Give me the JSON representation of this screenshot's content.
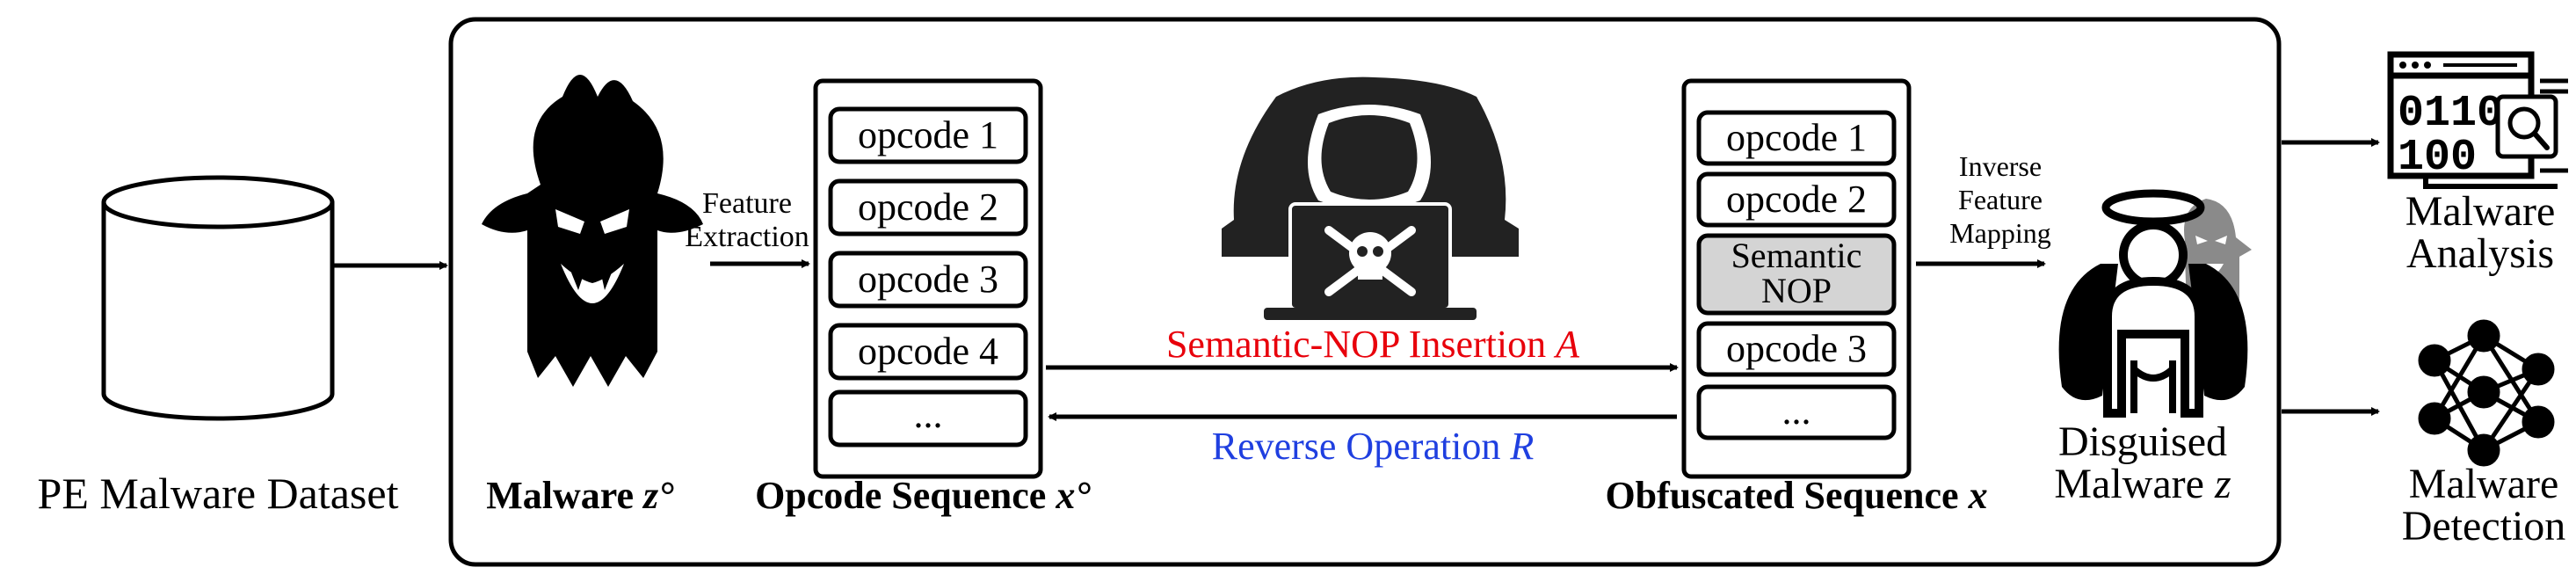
{
  "dataset": {
    "label": "PE Malware Dataset"
  },
  "malware": {
    "label": "Malware",
    "var": "z°"
  },
  "feature_extraction": {
    "line1": "Feature",
    "line2": "Extraction"
  },
  "opcode_sequence": {
    "label": "Opcode Sequence",
    "var": "x°",
    "items": [
      "opcode 1",
      "opcode 2",
      "opcode 3",
      "opcode 4",
      "..."
    ]
  },
  "insertion": {
    "label": "Semantic-NOP Insertion",
    "var": "A",
    "color": "#e8000b"
  },
  "reverse": {
    "label": "Reverse Operation",
    "var": "R",
    "color": "#1f3fe0"
  },
  "obfuscated_sequence": {
    "label": "Obfuscated Sequence",
    "var": "x",
    "items": [
      "opcode 1",
      "opcode 2",
      "Semantic",
      "NOP",
      "opcode 3",
      "..."
    ]
  },
  "inverse_mapping": {
    "line1": "Inverse",
    "line2": "Feature",
    "line3": "Mapping"
  },
  "disguised": {
    "line1": "Disguised",
    "line2": "Malware",
    "var": "z"
  },
  "analysis": {
    "line1": "Malware",
    "line2": "Analysis",
    "binary1": "0110",
    "binary2": "100"
  },
  "detection": {
    "line1": "Malware",
    "line2": "Detection"
  },
  "colors": {
    "nop_fill": "#d4d4d4",
    "icon": "#000000",
    "ghost_gray": "#8a8a8a"
  }
}
